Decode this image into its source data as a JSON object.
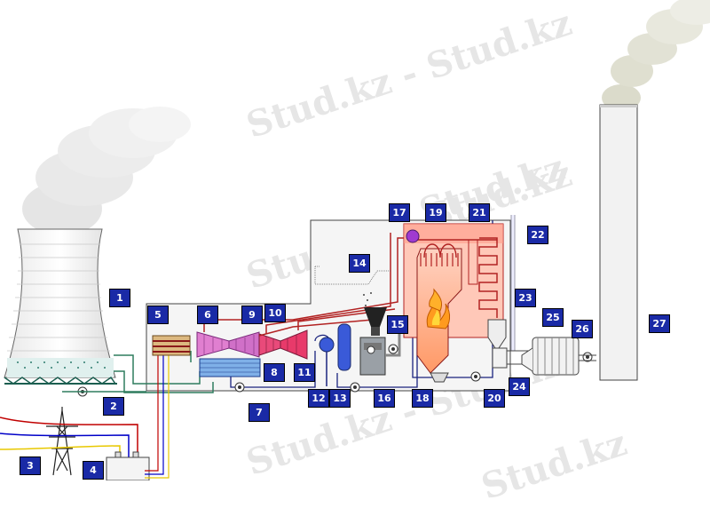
{
  "watermark": {
    "text": "Stud.kz - Stud.kz",
    "short": "Stud.kz"
  },
  "labels": [
    "1",
    "2",
    "3",
    "4",
    "5",
    "6",
    "7",
    "8",
    "9",
    "10",
    "11",
    "12",
    "13",
    "14",
    "15",
    "16",
    "17",
    "18",
    "19",
    "20",
    "21",
    "22",
    "23",
    "24",
    "25",
    "26",
    "27"
  ],
  "colors": {
    "label_bg": "#1a2aa6",
    "steam": "#b22222",
    "water": "#1a237e",
    "fire": "#ff7f50",
    "stack": "#f2f2f2"
  }
}
